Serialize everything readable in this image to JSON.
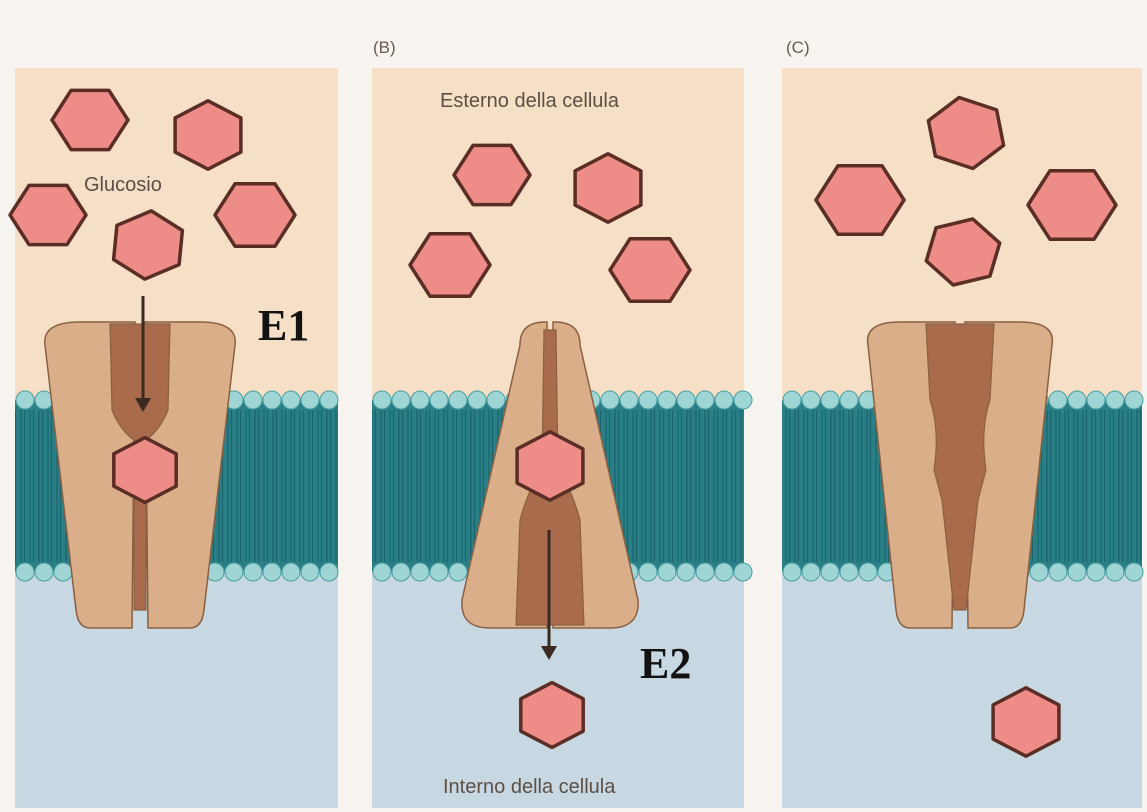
{
  "panels": [
    {
      "label": ""
    },
    {
      "label": "(B)"
    },
    {
      "label": "(C)"
    }
  ],
  "captions": {
    "glucose": "Glucosio",
    "outside": "Esterno della cellula",
    "inside": "Interno della cellula"
  },
  "states": {
    "e1": "E1",
    "e2": "E2"
  },
  "colors": {
    "outside_bg": "#f5dfc6",
    "inside_bg": "#c7d8e2",
    "membrane": "#2a7f86",
    "lipid_head": "#9fd6d5",
    "transporter": "#d9ae88",
    "channel": "#a86b4c",
    "glucose_fill": "#ee8c88",
    "glucose_edge": "#5a2e25"
  }
}
